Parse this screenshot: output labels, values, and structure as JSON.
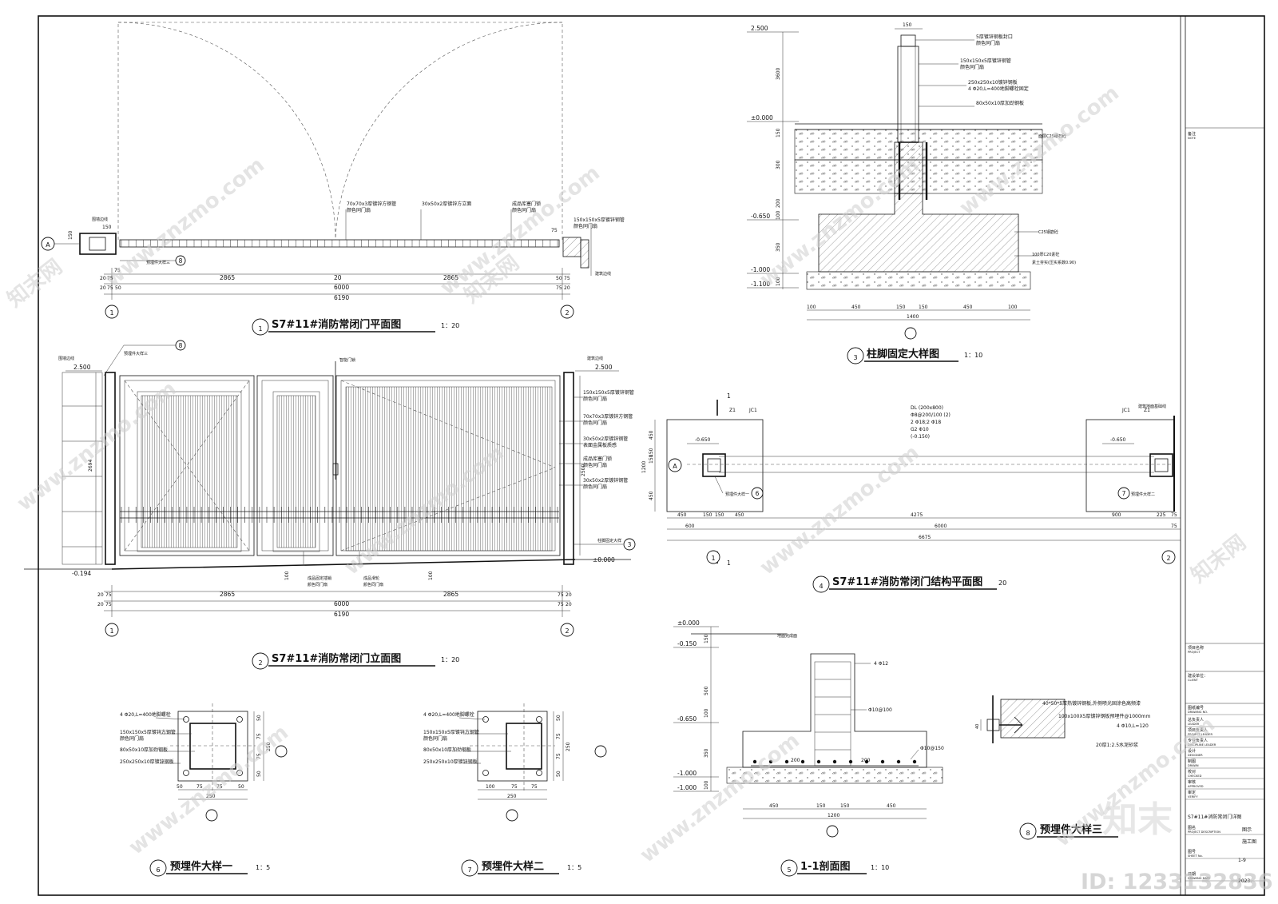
{
  "drawings": {
    "d1": {
      "no": "1",
      "title": "S7#11#消防常闭门平面图",
      "scale": "1：20",
      "axis_a": "A",
      "axis1": "1",
      "axis2": "2",
      "callout_no": "8",
      "notes": [
        "70x70x3厚镀锌方钢管",
        "颜色同门扇",
        "30x50x2厚镀锌方立面",
        "成品库塞门锁",
        "颜色同门扇",
        "150x150x5厚镀锌钢管",
        "颜色同门扇",
        "围墙边线",
        "预埋件大样三",
        "建筑边线"
      ],
      "dims_a": [
        "20",
        "75",
        "2865",
        "20",
        "2865",
        "50",
        "75"
      ],
      "dims_b": [
        "20",
        "75",
        "50",
        "6000",
        "75",
        "20"
      ],
      "dim_total": "6190",
      "dim_left": "150",
      "dim_left2": "75",
      "dim_top_r": "75"
    },
    "d2": {
      "no": "2",
      "title": "S7#11#消防常闭门立面图",
      "scale": "1：20",
      "axis1": "1",
      "axis2": "2",
      "callout_no": "3",
      "el_left": "2.500",
      "el_right": "2.500",
      "el_ground": "±0.000",
      "el_low": "-0.194",
      "dim_h": "2694",
      "dim_h2": "2500",
      "dim_small": "100",
      "notes": [
        "围墙边线",
        "预埋件大样三",
        "智能门锁",
        "建筑边线",
        "150x150x5厚镀锌钢管",
        "颜色同门扇",
        "70x70x3厚镀锌方钢管",
        "颜色同门扇",
        "30x50x2厚镀锌钢管",
        "表面金属板质感",
        "成品库塞门锁",
        "颜色同门扇",
        "30x50x2厚镀锌钢管",
        "颜色同门扇",
        "柱脚固定大样",
        "成品固定插销",
        "颜色同门扇",
        "成品滑轮",
        "颜色同门扇"
      ],
      "dims_a": [
        "20",
        "75",
        "2865",
        "2865",
        "75",
        "20"
      ],
      "dims_b": [
        "20",
        "75",
        "6000",
        "75",
        "20"
      ],
      "dim_total": "6190"
    },
    "d3": {
      "no": "3",
      "title": "柱脚固定大样图",
      "scale": "1：10",
      "el": [
        "2.500",
        "±0.000",
        "-0.650",
        "-1.000",
        "-1.100"
      ],
      "vdims": [
        "3600",
        "150",
        "300",
        "200",
        "100",
        "350",
        "100"
      ],
      "top_dim": "150",
      "notes": [
        "5厚镀锌钢板封口",
        "颜色同门扇",
        "150x150x5厚镀锌钢管",
        "颜色同门扇",
        "250x250x10镀锌钢板",
        "4 Φ20,L=400地脚螺栓固定",
        "80x50x10厚加劲钢板",
        "面层C25细石砼",
        "C25钢筋砼",
        "100厚C20素砼",
        "素土夯实(压实系数0.90)"
      ],
      "hdims": [
        "100",
        "450",
        "150",
        "150",
        "450",
        "100"
      ],
      "hdim_total": "1400"
    },
    "d4": {
      "no": "4",
      "title": "S7#11#消防常闭门结构平面图",
      "scale": "20",
      "section_mark": "1",
      "axis_a": "A",
      "axis1": "1",
      "axis2": "2",
      "labels_l": [
        "Z1",
        "JC1",
        "-0.650"
      ],
      "labels_r": [
        "JC1",
        "Z1",
        "-0.650"
      ],
      "beam": [
        "DL (200x800)",
        "Φ8@200/100 (2)",
        "2 Φ18;2 Φ18",
        "G2 Φ10",
        "(-0.150)"
      ],
      "note_r": "建筑地面基础线",
      "callout_l": "6",
      "callout_r": "7",
      "callout_l_text": "预埋件大样一",
      "callout_r_text": "预埋件大样二",
      "vdims": [
        "450",
        "150",
        "150",
        "450"
      ],
      "vdim_total": "1200",
      "hdims_a": [
        "450",
        "150",
        "150",
        "450",
        "4275",
        "900",
        "225",
        "75"
      ],
      "hdims_b": [
        "600",
        "6000",
        "75"
      ],
      "hdim_total": "6675"
    },
    "d5": {
      "no": "5",
      "title": "1-1剖面图",
      "scale": "1：10",
      "el": [
        "±0.000",
        "-0.150",
        "-0.650",
        "-1.000",
        "-1.000"
      ],
      "vdims": [
        "150",
        "500",
        "100",
        "350",
        "100"
      ],
      "notes": [
        "地面完成面",
        "4 Φ12",
        "Φ10@100",
        "Φ10@150"
      ],
      "inner": [
        "200",
        "200"
      ],
      "hdims": [
        "450",
        "150",
        "150",
        "450"
      ],
      "hdim_total": "1200"
    },
    "d6": {
      "no": "6",
      "title": "预埋件大样一",
      "scale": "1：5",
      "notes": [
        "4 Φ20,L=400地脚螺栓",
        "150x150x5厚镀锌方钢管",
        "颜色同门扇",
        "80x50x10厚加劲钢板",
        "250x250x10厚镀锌钢板"
      ],
      "hdims": [
        "50",
        "75",
        "75",
        "50"
      ],
      "hdim_total": "250",
      "vdims": [
        "50",
        "75",
        "75",
        "50"
      ],
      "vdim_total": "250"
    },
    "d7": {
      "no": "7",
      "title": "预埋件大样二",
      "scale": "1：5",
      "notes": [
        "4 Φ20,L=400地脚螺栓",
        "150x150x5厚镀锌方钢管",
        "颜色同门扇",
        "80x50x10厚加劲钢板",
        "250x250x10厚镀锌钢板"
      ],
      "hdims": [
        "100",
        "75",
        "75"
      ],
      "hdim_total": "250",
      "vdims": [
        "50",
        "75",
        "75",
        "50"
      ],
      "vdim_total": "250"
    },
    "d8": {
      "no": "8",
      "title": "预埋件大样三",
      "notes": [
        "40*50*5厚热镀锌钢板,外侧喷光固涂色高频漆",
        "100x100X5厚镀锌钢板预埋件@1000mm",
        "4 Φ10,L=120",
        "20厚1:2.5水泥砂浆"
      ],
      "dim": "40"
    }
  },
  "titleblock": {
    "rows": [
      {
        "cn": "备注",
        "en": "NOTE"
      },
      {
        "cn": "项目名称",
        "en": "PROJECT"
      },
      {
        "cn": "建设单位：",
        "en": "CLIENT"
      },
      {
        "cn": "图纸编号",
        "en": "DRAWING NO."
      },
      {
        "cn": "总负责人",
        "en": "LEADER"
      },
      {
        "cn": "项目负责人",
        "en": "PROJECT LEADER"
      },
      {
        "cn": "专业负责人",
        "en": "DISCIPLINE LEADER"
      },
      {
        "cn": "设计",
        "en": "DESIGNER"
      },
      {
        "cn": "制图",
        "en": "DRAWN"
      },
      {
        "cn": "校对",
        "en": "CHECKED"
      },
      {
        "cn": "审核",
        "en": "APPROVED"
      },
      {
        "cn": "审定",
        "en": "VERIFY"
      },
      {
        "cn": "图名",
        "en": "PROJECT DESCRIPTION"
      },
      {
        "cn": "图号",
        "en": "SHEET No."
      },
      {
        "cn": "日期",
        "en": "DRAWING DATE"
      }
    ],
    "drawing_name": "S7#11#消防常闭门详图",
    "discipline": "图示",
    "stage": "施工图",
    "sheet": "1-9",
    "date": "2023."
  },
  "watermark": {
    "site": "www.znzmo.com",
    "brand": "知末网",
    "logo": "知末",
    "id": "ID: 1233132836"
  }
}
